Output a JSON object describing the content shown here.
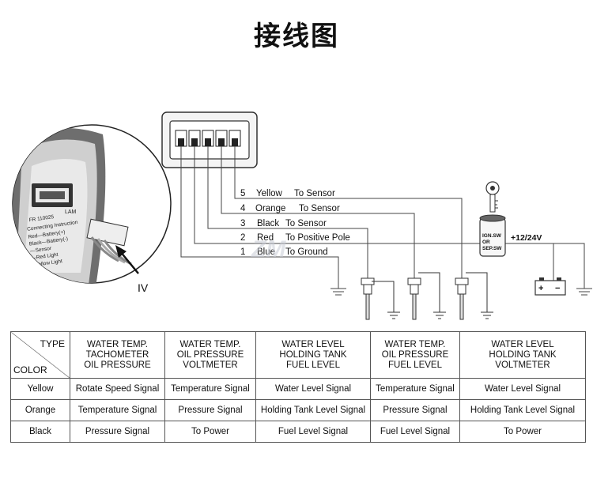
{
  "title": "接线图",
  "watermark": "ZM",
  "connector_label": "IV",
  "gauge_label": {
    "part_no": "FR 110025",
    "heading": "Connecting Instruction",
    "lines": [
      "Red—Battery(+)",
      "Black—Battery(-)",
      "—Sensor",
      "—Red Light",
      "Yellow Light"
    ],
    "lamp": "LAM"
  },
  "wires": [
    {
      "num": "5",
      "color": "Yellow",
      "dest": "To Sensor"
    },
    {
      "num": "4",
      "color": "Orange",
      "dest": "To Sensor"
    },
    {
      "num": "3",
      "color": "Black",
      "dest": "To Sensor"
    },
    {
      "num": "2",
      "color": "Red",
      "dest": "To Positive Pole"
    },
    {
      "num": "1",
      "color": "Blue",
      "dest": "To Ground"
    }
  ],
  "switch_label": [
    "IGN.SW",
    "OR",
    "SEP.SW"
  ],
  "voltage_label": "+12/24V",
  "battery": {
    "plus": "+",
    "minus": "−"
  },
  "table": {
    "corner_type": "TYPE",
    "corner_color": "COLOR",
    "headers": [
      [
        "WATER TEMP.",
        "TACHOMETER",
        "OIL PRESSURE"
      ],
      [
        "WATER TEMP.",
        "OIL PRESSURE",
        "VOLTMETER"
      ],
      [
        "WATER LEVEL",
        "HOLDING TANK",
        "FUEL LEVEL"
      ],
      [
        "WATER TEMP.",
        "OIL PRESSURE",
        "FUEL LEVEL"
      ],
      [
        "WATER LEVEL",
        "HOLDING TANK",
        "VOLTMETER"
      ]
    ],
    "rows": [
      {
        "color": "Yellow",
        "cells": [
          "Rotate Speed Signal",
          "Temperature Signal",
          "Water Level Signal",
          "Temperature Signal",
          "Water Level Signal"
        ]
      },
      {
        "color": "Orange",
        "cells": [
          "Temperature Signal",
          "Pressure Signal",
          "Holding Tank Level Signal",
          "Pressure Signal",
          "Holding Tank Level Signal"
        ]
      },
      {
        "color": "Black",
        "cells": [
          "Pressure Signal",
          "To Power",
          "Fuel Level Signal",
          "Fuel Level Signal",
          "To Power"
        ]
      }
    ]
  }
}
